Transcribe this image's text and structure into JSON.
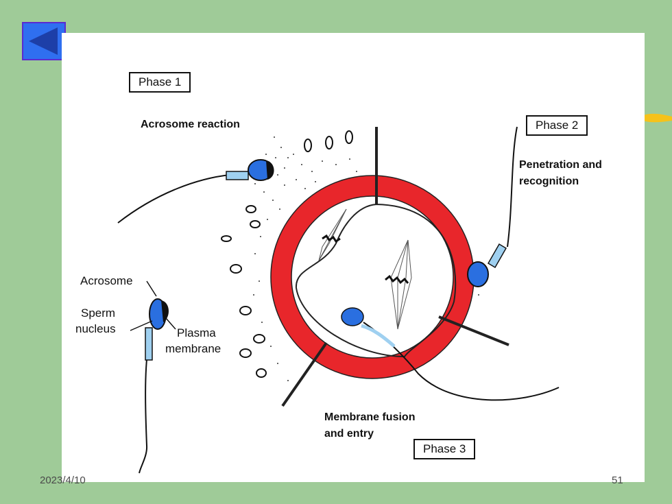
{
  "navigation": {
    "back_icon": "triangle-left-icon"
  },
  "diagram": {
    "phase_1": "Phase 1",
    "phase_2": "Phase 2",
    "phase_3": "Phase 3",
    "acrosome_reaction": "Acrosome reaction",
    "penetration_line1": "Penetration and",
    "penetration_line2": "recognition",
    "fusion_line1": "Membrane fusion",
    "fusion_line2": "and entry",
    "acrosome": "Acrosome",
    "sperm_line1": "Sperm",
    "sperm_line2": "nucleus",
    "plasma_line1": "Plasma",
    "plasma_line2": "membrane"
  },
  "footer": {
    "date": "2023/4/10",
    "page": "51"
  },
  "colors": {
    "background": "#9fcb98",
    "zona_pellucida": "#e8262b",
    "sperm_head": "#2a6fe0",
    "back_button": "#2f6ff0",
    "accent_arrow": "#f5c21b"
  }
}
